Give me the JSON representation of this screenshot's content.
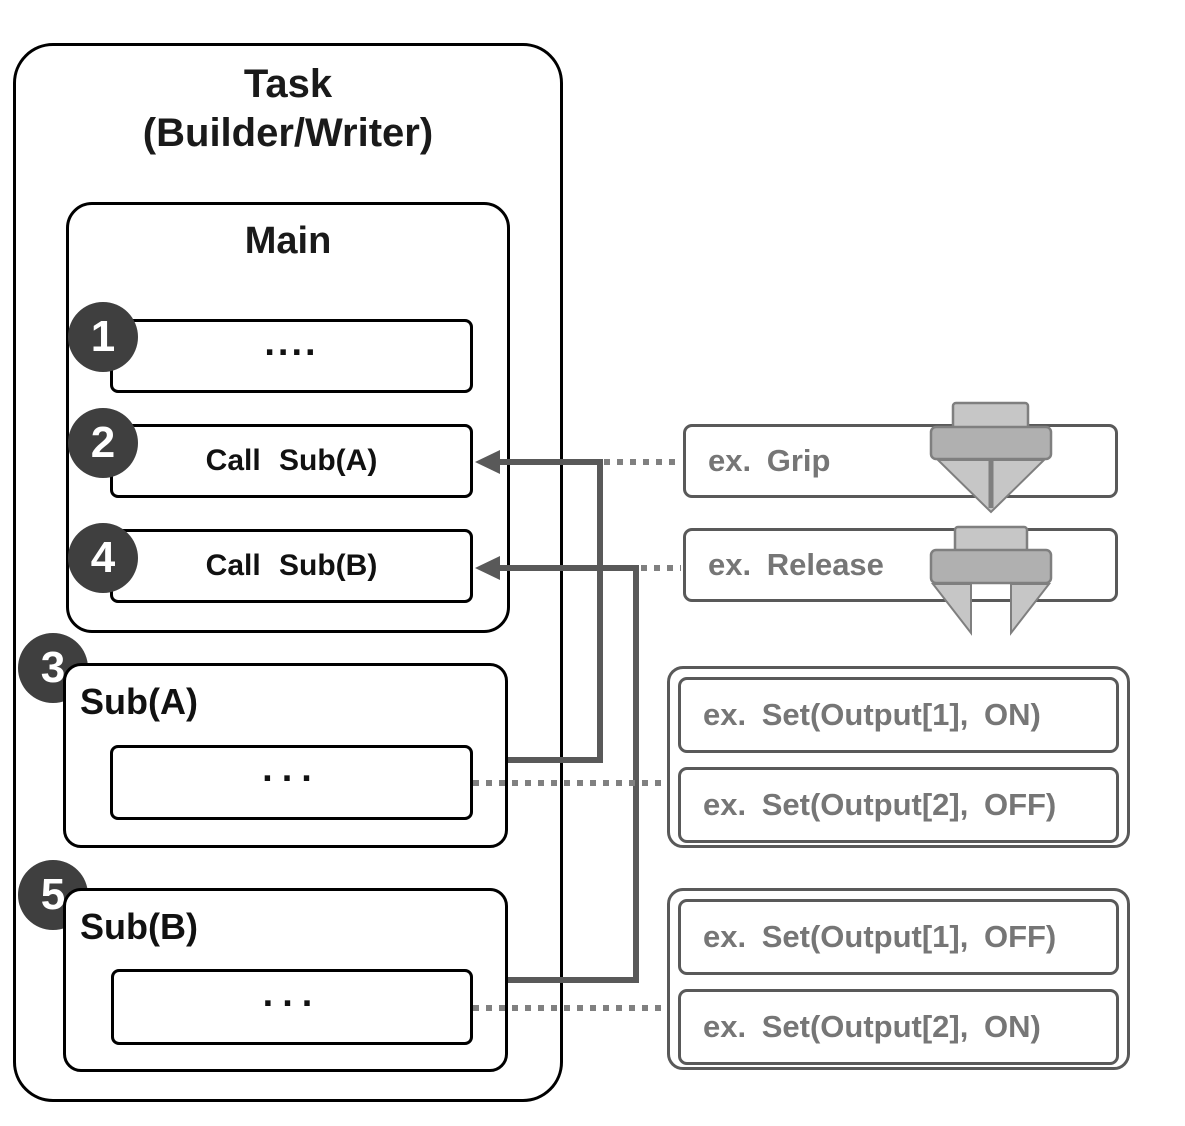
{
  "title": {
    "line1": "Task",
    "line2": "(Builder/Writer)"
  },
  "main": {
    "label": "Main",
    "steps": [
      {
        "num": "1",
        "label": "...."
      },
      {
        "num": "2",
        "label": "Call Sub(A)"
      },
      {
        "num": "4",
        "label": "Call Sub(B)"
      }
    ]
  },
  "subs": [
    {
      "num": "3",
      "label": "Sub(A)",
      "body": "..."
    },
    {
      "num": "5",
      "label": "Sub(B)",
      "body": "..."
    }
  ],
  "examples": {
    "grip": {
      "label": "ex. Grip",
      "icon": "gripper-closed-icon"
    },
    "release": {
      "label": "ex. Release",
      "icon": "gripper-open-icon"
    },
    "sub_a": {
      "items": [
        "ex. Set(Output[1], ON)",
        "ex. Set(Output[2], OFF)"
      ]
    },
    "sub_b": {
      "items": [
        "ex. Set(Output[1], OFF)",
        "ex. Set(Output[2], ON)"
      ]
    }
  },
  "colors": {
    "box_border": "#000000",
    "connector_solid": "#595959",
    "connector_dotted": "#808080",
    "circle_fill": "#3f3f3f",
    "example_border": "#595959",
    "example_text": "#767676",
    "icon_light": "#c6c6c6",
    "icon_mid": "#b0b0b0",
    "icon_stroke": "#7f7f7f"
  }
}
